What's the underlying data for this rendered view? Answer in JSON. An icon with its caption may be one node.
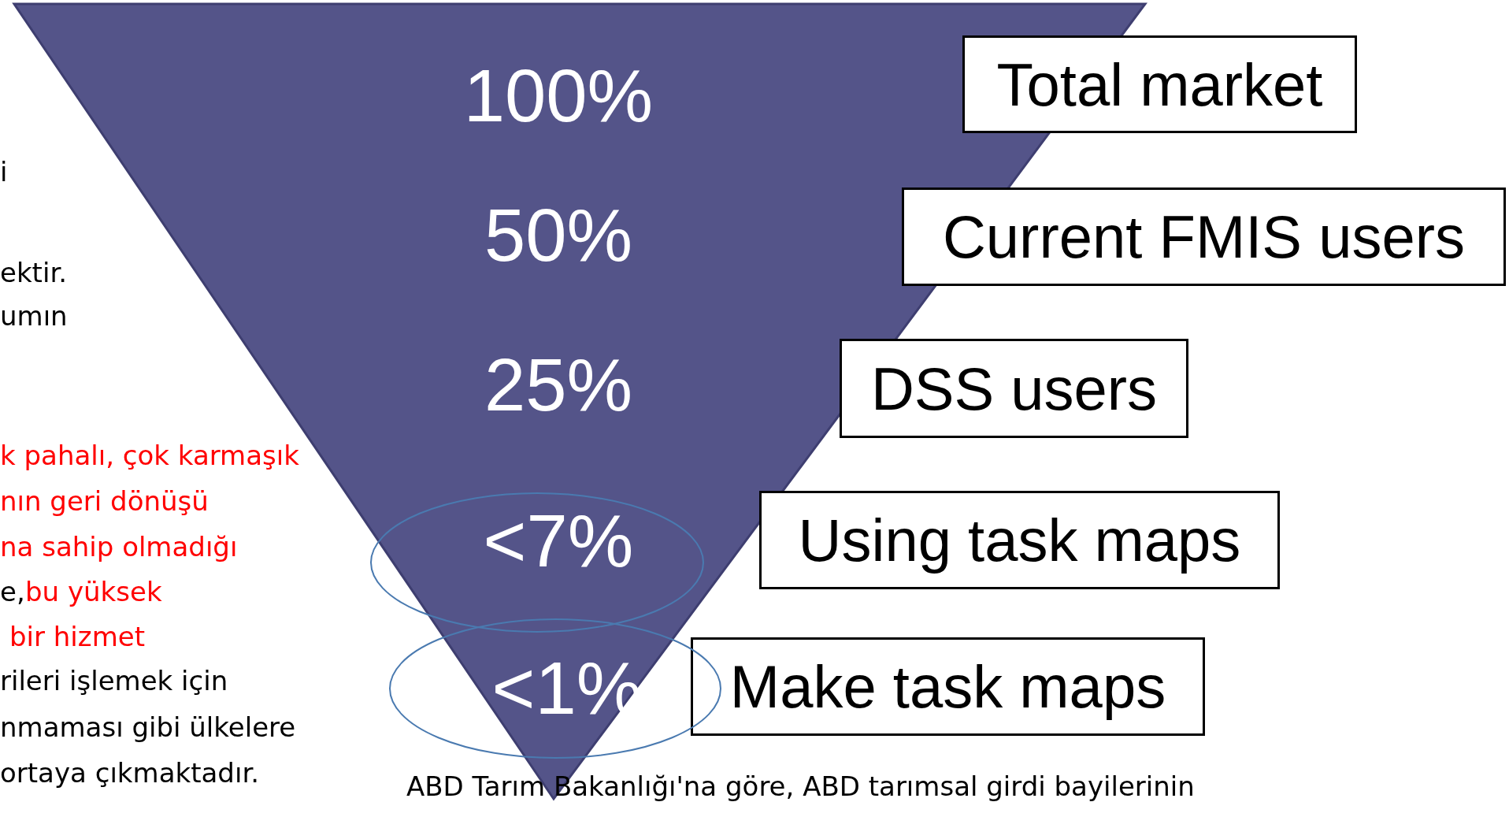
{
  "diagram": {
    "nodes": [
      {
        "text": [
          "Total market"
        ]
      },
      {
        "text": [
          "Current FMIS users"
        ]
      },
      {
        "text": [
          "DSS users"
        ]
      },
      {
        "text": [
          "Using task maps"
        ]
      },
      {
        "text": [
          "Make task maps"
        ]
      }
    ],
    "edges": [],
    "labels": [
      "100%",
      "50%",
      "25%",
      "<7%",
      "<1%",
      "i",
      "ektir.",
      "umın",
      "k pahalı, çok karmaşık",
      "nın geri dönüşü",
      "na sahip olmadığı",
      "e,",
      "bu yüksek",
      "bir hizmet",
      "rileri işlemek için",
      "nmaması gibi ülkelere",
      "ortaya çıkmaktadır.",
      "ABD Tarım Bakanlığı'na göre, ABD tarımsal girdi bayilerinin"
    ]
  }
}
